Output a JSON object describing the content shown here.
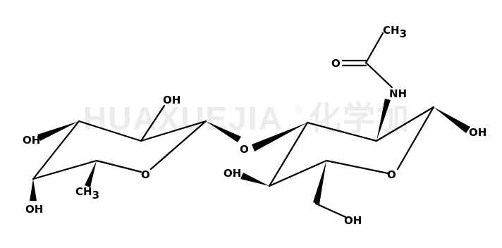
{
  "watermark": {
    "text": "HUAXUEJIA",
    "registered": "®",
    "chinese": "化学加"
  },
  "colors": {
    "bonds": "#000000",
    "atoms": "#000000",
    "watermark": "#ececec",
    "background": "#ffffff"
  },
  "atoms": {
    "ch3_top": {
      "main": "CH",
      "sub": "3"
    },
    "o_carbonyl": "O",
    "nh": "NH",
    "oh_anomeric": "OH",
    "o_glycosidic": "O",
    "oh_ring2_c3": "OH",
    "o_ring2": "O",
    "oh_ch2": "OH",
    "oh_ring1_top": "OH",
    "oh_ring1_left": "OH",
    "o_ring1": "O",
    "oh_ring1_bottom": "OH",
    "ch3_ring1": {
      "main": "CH",
      "sub": "3"
    }
  }
}
